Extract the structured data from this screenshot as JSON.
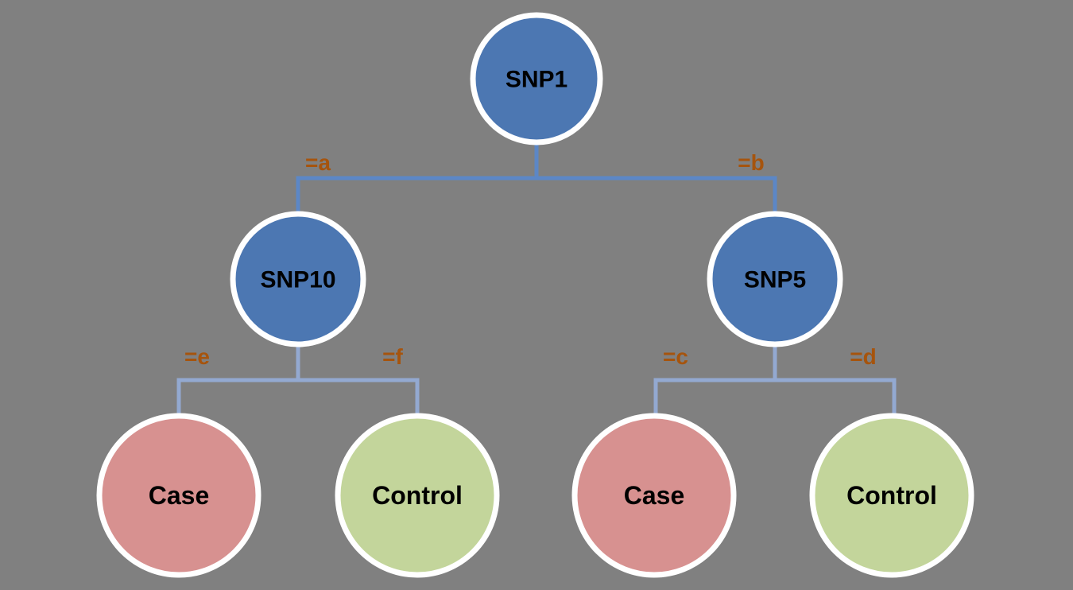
{
  "diagram": {
    "type": "decision-tree",
    "colors": {
      "background": "#808080",
      "decision_fill": "#4C77B2",
      "case_fill": "#D79190",
      "control_fill": "#C3D59B",
      "node_border": "#FFFFFF",
      "connector_primary": "#5C87C6",
      "connector_secondary": "#93A9D1",
      "edge_label": "#A6540D",
      "node_text": "#000000"
    },
    "nodes": {
      "root": {
        "label": "SNP1"
      },
      "left_child": {
        "label": "SNP10"
      },
      "right_child": {
        "label": "SNP5"
      },
      "left_case_leaf": {
        "label": "Case"
      },
      "left_control_leaf": {
        "label": "Control"
      },
      "right_case_leaf": {
        "label": "Case"
      },
      "right_control_leaf": {
        "label": "Control"
      }
    },
    "edges": {
      "root_to_left": {
        "label": "=a"
      },
      "root_to_right": {
        "label": "=b"
      },
      "right_to_case": {
        "label": "=c"
      },
      "right_to_control": {
        "label": "=d"
      },
      "left_to_case": {
        "label": "=e"
      },
      "left_to_control": {
        "label": "=f"
      }
    }
  }
}
